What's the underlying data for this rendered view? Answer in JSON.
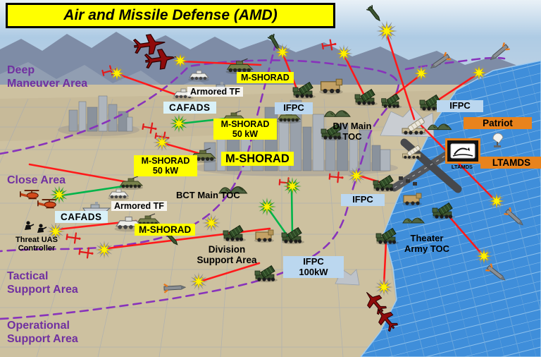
{
  "title": "Air and Missile Defense (AMD)",
  "area_labels": {
    "deep": "Deep\nManeuver Area",
    "close": "Close Area",
    "tactical": "Tactical\nSupport Area",
    "operational": "Operational\nSupport Area"
  },
  "unit_labels": {
    "mshorad_top": "M-SHORAD",
    "mshorad_50kw_north": "M-SHORAD\n50 kW",
    "mshorad_50kw_west": "M-SHORAD\n50 kW",
    "mshorad_center": "M-SHORAD",
    "mshorad_south": "M-SHORAD",
    "cafads_north": "CAFADS",
    "cafads_south": "CAFADS",
    "armored_tf_north": "Armored TF",
    "armored_tf_south": "Armored TF",
    "ifpc_west": "IFPC",
    "ifpc_east": "IFPC",
    "ifpc_central": "IFPC",
    "ifpc_100kw": "IFPC\n100kW",
    "patriot": "Patriot",
    "ltamds": "LTAMDS",
    "ltamds_icon_caption": "LTAMDS",
    "div_main_toc": "DIV Main\nTOC",
    "bct_main_toc": "BCT Main TOC",
    "division_support_area": "Division\nSupport Area",
    "theater_army_toc": "Theater\nArmy TOC",
    "threat_uas_controller": "Threat UAS\nController"
  },
  "colors": {
    "banner_bg": "#FFFF00",
    "label_yellow": "#FFFF00",
    "label_cyan": "#D9F1F8",
    "label_blue": "#BBD7EF",
    "label_orange": "#E8831D",
    "area_text_purple": "#7030A0",
    "boundary_dash_purple": "#8833BB",
    "engagement_red": "#FF1A1A",
    "engagement_green": "#00B44A",
    "desert": "#CDC1A0",
    "sea": "#3F8EDA",
    "explosion_yellow": "#FFF200"
  },
  "icons": {
    "explosion-icon": "starburst intercept marker",
    "fighter-jet-icon": "hostile fighter aircraft",
    "uas-drone-icon": "hostile unmanned aircraft",
    "helicopter-icon": "hostile attack helicopter",
    "cruise-missile-icon": "incoming cruise/ballistic missile",
    "stryker-vehicle-icon": "M-SHORAD Stryker vehicle",
    "launcher-vehicle-icon": "IFPC launcher truck",
    "tan-truck-icon": "tactical support truck",
    "toc-tent-icon": "tactical operations center tents",
    "ship-icon": "armored task force naval craft",
    "white-apc-icon": "armored task force vehicle",
    "soldier-icon": "threat UAS controller personnel",
    "thaad-launcher-icon": "Patriot/THAAD launcher",
    "radar-icon": "radar dish",
    "runway-icon": "crossed airfield runways",
    "ltamds-radar-icon": "LTAMDS radar symbol"
  }
}
